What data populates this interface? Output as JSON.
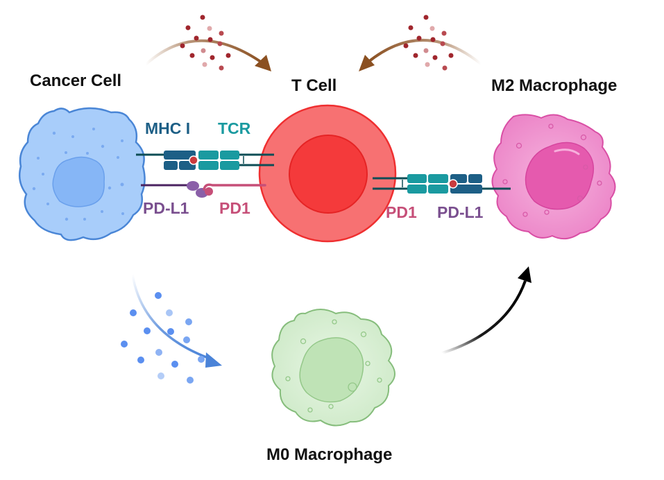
{
  "title": "Tumor immune evasion via PD-L1 / PD1 and macrophage polarization",
  "cells": {
    "cancer_cell": {
      "label": "Cancer Cell",
      "color": "#a8cdfa"
    },
    "t_cell": {
      "label": "T Cell",
      "color": "#f76f6f"
    },
    "m2_macrophage": {
      "label": "M2 Macrophage",
      "color": "#f19ad3"
    },
    "m0_macrophage": {
      "label": "M0 Macrophage",
      "color": "#d6efd2"
    }
  },
  "molecules": {
    "mhc1": {
      "label": "MHC I",
      "color": "#1d5f86"
    },
    "tcr": {
      "label": "TCR",
      "color": "#1a9aa0"
    },
    "pdl1_left": {
      "label": "PD-L1",
      "color": "#7a4f8f"
    },
    "pd1_left": {
      "label": "PD1",
      "color": "#c64f78"
    },
    "pd1_right": {
      "label": "PD1",
      "color": "#c64f78"
    },
    "pdl1_right": {
      "label": "PD-L1",
      "color": "#7a4f8f"
    }
  },
  "arrows": [
    {
      "from": "cancer_cell",
      "to": "t_cell",
      "meaning": "secreted factors",
      "color": "#8b5021"
    },
    {
      "from": "m2_macrophage",
      "to": "t_cell",
      "meaning": "secreted factors",
      "color": "#8b5021"
    },
    {
      "from": "cancer_cell",
      "to": "m0_macrophage",
      "meaning": "secreted factors",
      "color": "#4a83d8"
    },
    {
      "from": "m0_macrophage",
      "to": "m2_macrophage",
      "meaning": "polarization",
      "color": "#000000"
    }
  ]
}
